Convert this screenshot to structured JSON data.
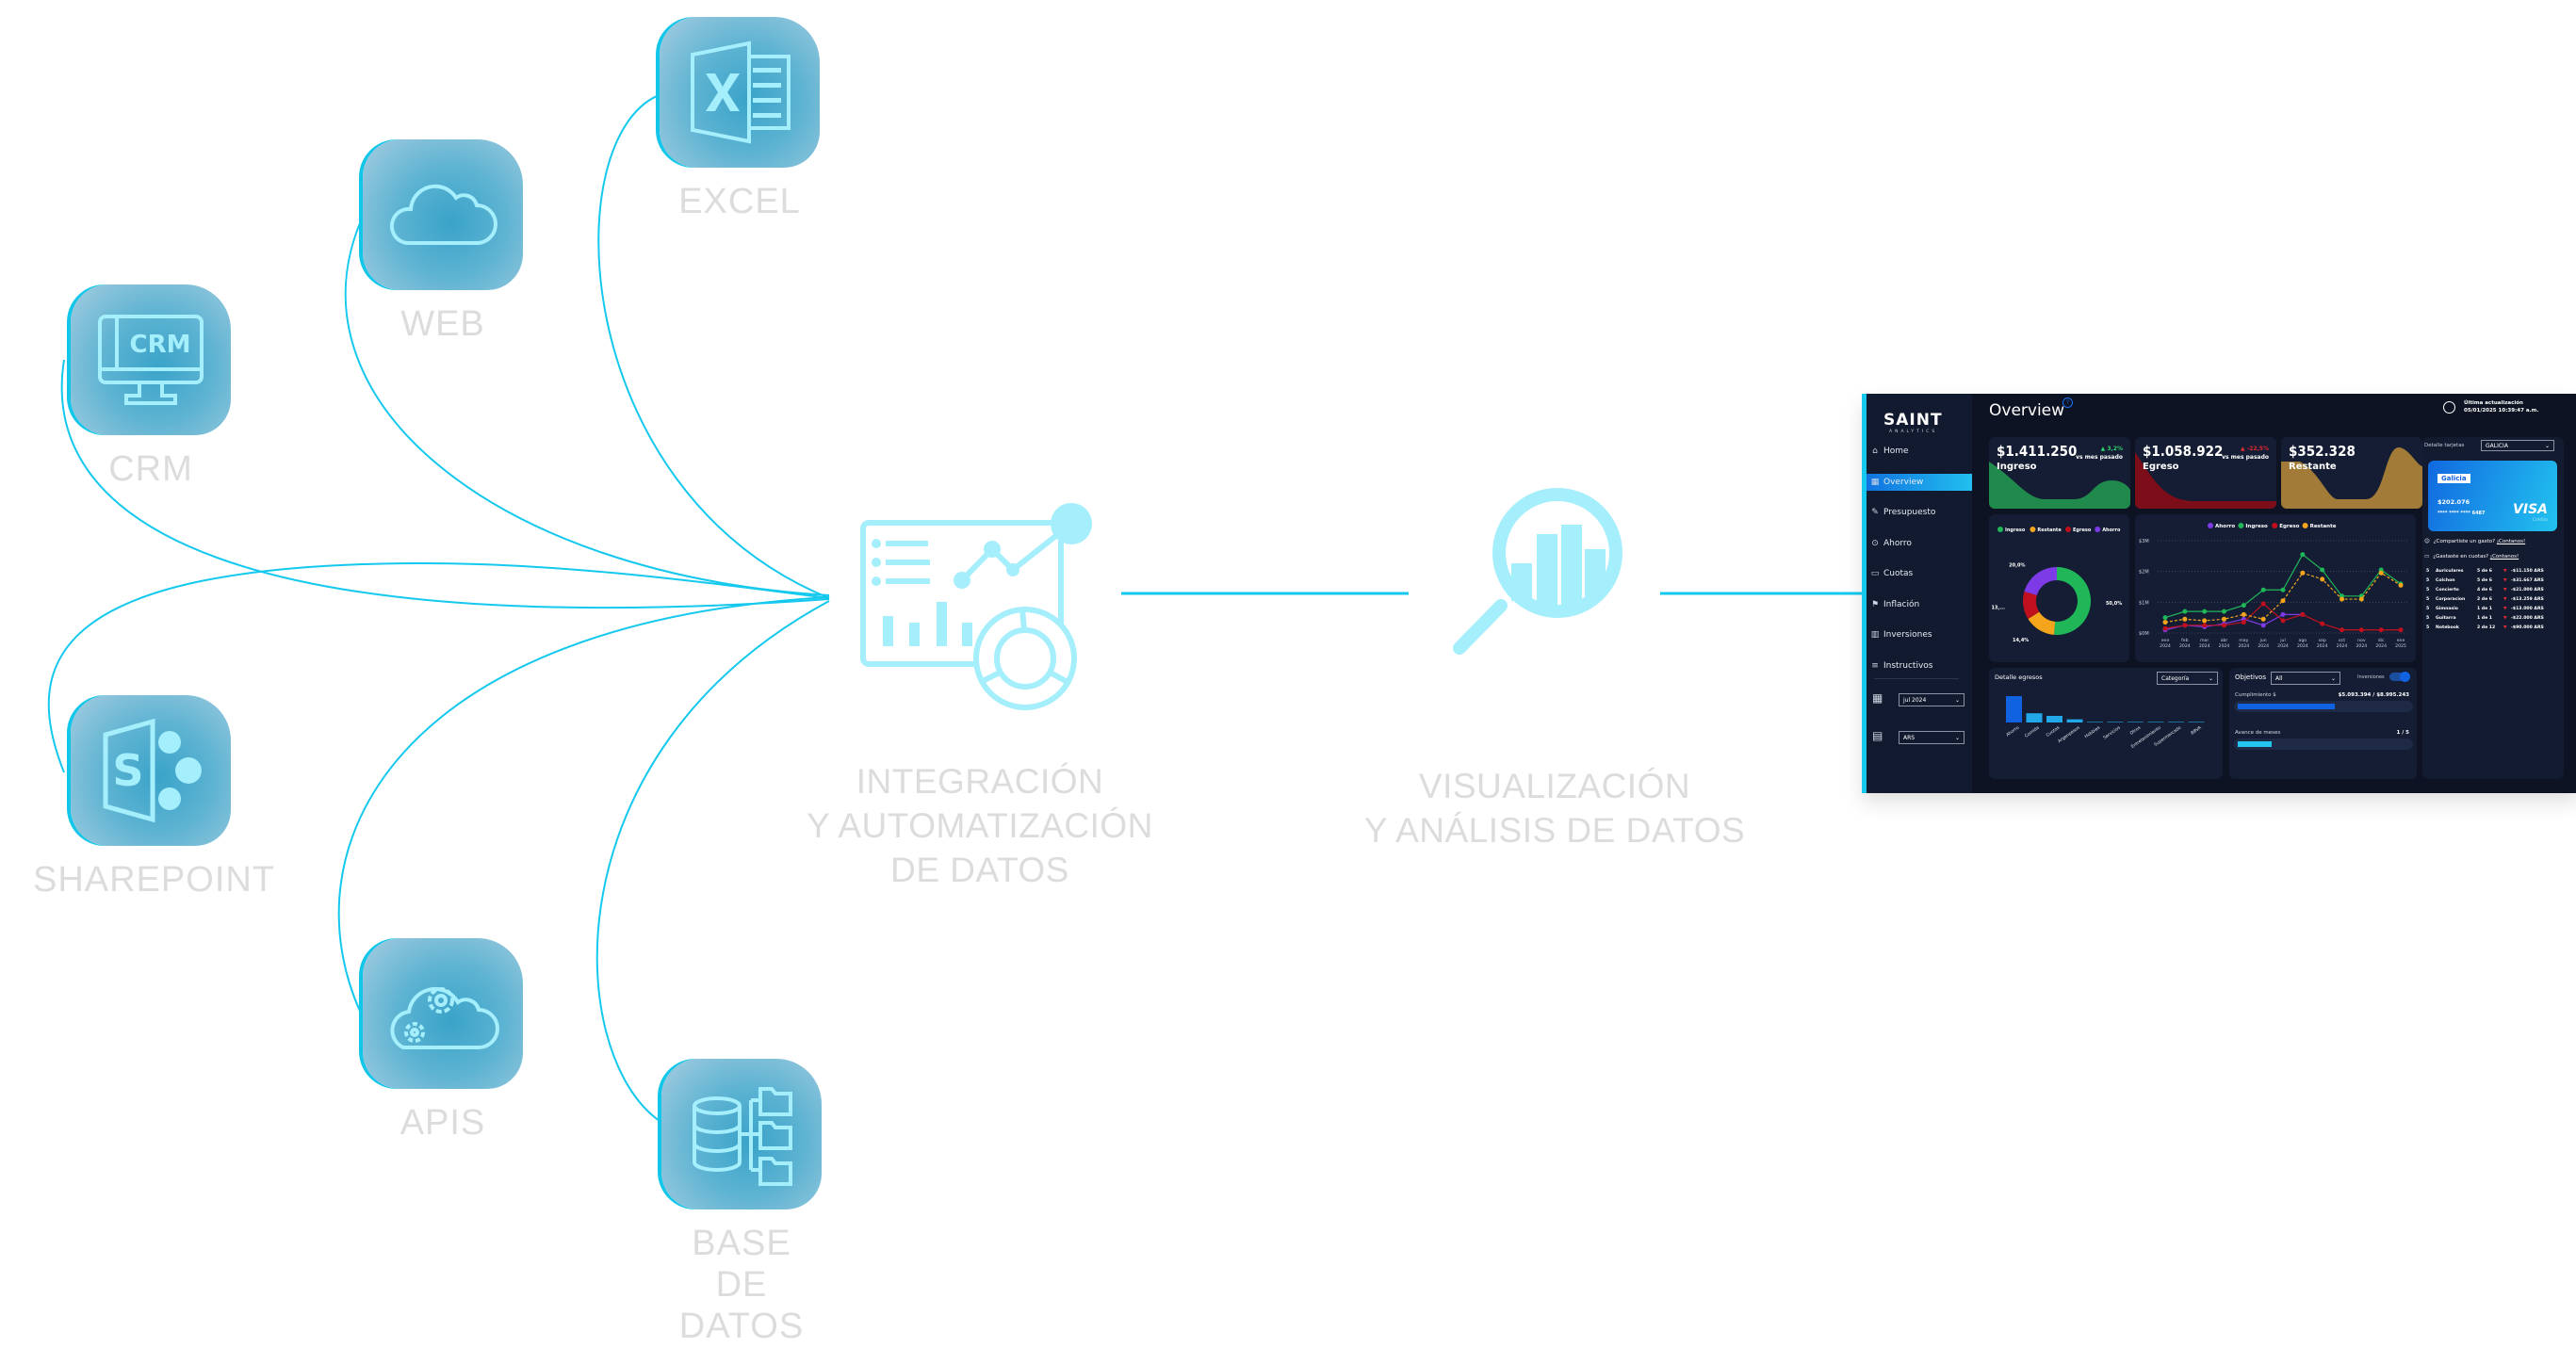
{
  "sources": [
    {
      "id": "excel",
      "label": "EXCEL",
      "icon": "excel-icon"
    },
    {
      "id": "web",
      "label": "WEB",
      "icon": "cloud-icon"
    },
    {
      "id": "crm",
      "label": "CRM",
      "icon": "crm-monitor-icon",
      "icon_text": "CRM"
    },
    {
      "id": "sharepoint",
      "label": "SHAREPOINT",
      "icon": "sharepoint-icon",
      "icon_text": "S"
    },
    {
      "id": "apis",
      "label": "APIS",
      "icon": "cloud-gears-icon"
    },
    {
      "id": "database",
      "label_lines": [
        "BASE DE",
        "DATOS"
      ],
      "icon": "database-folders-icon"
    }
  ],
  "stages": [
    {
      "id": "integration",
      "icon": "dashboard-analytics-icon",
      "label_lines": [
        "INTEGRACIÓN",
        "Y AUTOMATIZACIÓN",
        "DE DATOS"
      ]
    },
    {
      "id": "visualization",
      "icon": "magnifier-chart-icon",
      "label_lines": [
        "VISUALIZACIÓN",
        "Y ANÁLISIS DE DATOS"
      ]
    }
  ],
  "colors": {
    "connector": "#14c8ee",
    "stage_icon": "#a5eefb",
    "label": "#dcdcdc",
    "dash_bg": "#0d1322",
    "green": "#1fb757",
    "red": "#c0101e",
    "orange": "#f4a51c",
    "purple": "#7c3be6",
    "blue": "#1062e0",
    "cyan": "#22c6ef"
  },
  "dashboard": {
    "logo": "SAINT",
    "logo_sub": "ANALYTICS",
    "title": "Overview",
    "help_icon": "?",
    "update_label": "Última actualización",
    "update_time": "05/01/2025 10:39:47 a.m.",
    "nav": [
      {
        "label": "Home",
        "icon": "⌂"
      },
      {
        "label": "Overview",
        "icon": "▦",
        "active": true
      },
      {
        "label": "Presupuesto",
        "icon": "✎"
      },
      {
        "label": "Ahorro",
        "icon": "⊙"
      },
      {
        "label": "Cuotas",
        "icon": "▭"
      },
      {
        "label": "Inflación",
        "icon": "⚑"
      },
      {
        "label": "Inversiones",
        "icon": "▥"
      },
      {
        "label": "Instructivos",
        "icon": "≡"
      }
    ],
    "date_filter": "jul 2024",
    "currency_filter": "ARS",
    "kpis": [
      {
        "value": "$1.411.250",
        "name": "Ingreso",
        "delta": "▲ 3,2%",
        "delta_note": "vs mes pasado",
        "color": "#1f8a4c",
        "delta_color": "#2fd36b"
      },
      {
        "value": "$1.058.922",
        "name": "Egreso",
        "delta": "▲ -22,5%",
        "delta_note": "vs mes pasado",
        "color": "#7e0d1a",
        "delta_color": "#e02a36"
      },
      {
        "value": "$352.328",
        "name": "Restante",
        "delta": "",
        "delta_note": "",
        "color": "#a17b37",
        "delta_color": ""
      }
    ],
    "card_panel": {
      "label": "Detalle tarjetas",
      "bank_select": "GALICIA",
      "bank": "Galicia",
      "balance": "$202.076",
      "number": "**** **** **** 6487",
      "brand": "VISA",
      "type": "Crédito",
      "shared_text": "¿Compartiste un gasto?",
      "shared_link": "¡Contanos!",
      "cuotas_text": "¿Gastaste en cuotas?",
      "cuotas_link": "¡Contanos!",
      "installments": [
        {
          "n": "5",
          "item": "Auriculares",
          "cuota": "5 de 6",
          "amount": "-$11.150 ARS"
        },
        {
          "n": "5",
          "item": "Colchon",
          "cuota": "5 de 6",
          "amount": "-$31.667 ARS"
        },
        {
          "n": "5",
          "item": "Concierto",
          "cuota": "4 de 6",
          "amount": "-$21.000 ARS"
        },
        {
          "n": "5",
          "item": "Corporacion",
          "cuota": "2 de 6",
          "amount": "-$13.259 ARS"
        },
        {
          "n": "5",
          "item": "Gimnasio",
          "cuota": "1 de 1",
          "amount": "-$13.000 ARS"
        },
        {
          "n": "5",
          "item": "Guitarra",
          "cuota": "1 de 1",
          "amount": "-$22.000 ARS"
        },
        {
          "n": "5",
          "item": "Notebook",
          "cuota": "2 de 12",
          "amount": "-$90.000 ARS"
        }
      ]
    },
    "egresos": {
      "title": "Detalle egresos",
      "select": "Categoría"
    },
    "objetivos": {
      "title": "Objetivos",
      "select": "All",
      "toggle_label": "Inversiones",
      "toggle_on": true,
      "cumplimiento_label": "Cumplimiento $",
      "cumplimiento_value": "$5.093.394 / $8.995.243",
      "cumplimiento_pct": 56.6,
      "avance_label": "Avance de meses",
      "avance_value": "1 / 5",
      "avance_pct": 20
    }
  },
  "chart_data": [
    {
      "type": "pie",
      "title": "",
      "legend": [
        "Ingreso",
        "Restante",
        "Egreso",
        "Ahorro"
      ],
      "values": [
        50.0,
        14.4,
        13.0,
        20.0
      ],
      "labels": [
        "50,0%",
        "14,4%",
        "13,...",
        "20,0%"
      ],
      "colors": [
        "#1fb757",
        "#f4a51c",
        "#c0101e",
        "#7c3be6"
      ]
    },
    {
      "type": "line",
      "title": "",
      "legend": [
        "Ahorro",
        "Ingreso",
        "Egreso",
        "Restante"
      ],
      "x": [
        "ene 2024",
        "feb 2024",
        "mar 2024",
        "abr 2024",
        "may 2024",
        "jun 2024",
        "jul 2024",
        "ago 2024",
        "sep 2024",
        "oct 2024",
        "nov 2024",
        "dic 2024",
        "ene 2025"
      ],
      "yticks": [
        "$0M",
        "$1M",
        "$2M",
        "$3M"
      ],
      "ylim": [
        0,
        3
      ],
      "series": [
        {
          "name": "Ahorro",
          "color": "#7c3be6",
          "values": [
            0.1,
            0.25,
            0.2,
            0.3,
            0.45,
            0.25,
            0.6,
            0.6,
            null,
            null,
            null,
            null,
            null
          ]
        },
        {
          "name": "Ingreso",
          "color": "#1fb757",
          "values": [
            0.5,
            0.7,
            0.7,
            0.7,
            0.9,
            1.4,
            1.4,
            2.55,
            2.05,
            1.2,
            1.2,
            2.05,
            1.6
          ]
        },
        {
          "name": "Egreso",
          "color": "#c0101e",
          "values": [
            0.15,
            0.25,
            0.25,
            0.25,
            0.35,
            0.95,
            0.4,
            0.6,
            0.3,
            0.1,
            0.1,
            0.1,
            0.1
          ]
        },
        {
          "name": "Restante",
          "color": "#f4a51c",
          "values": [
            0.35,
            0.45,
            0.4,
            0.45,
            0.6,
            0.45,
            1.05,
            1.95,
            1.75,
            1.1,
            1.1,
            1.95,
            1.55
          ]
        }
      ]
    },
    {
      "type": "bar",
      "title": "Detalle egresos",
      "categories": [
        "Ahorro",
        "Comida",
        "Cuotas",
        "Argenpesos",
        "Hobbies",
        "Servicios",
        "Otros",
        "Entretenimiento",
        "Supermercado",
        "BBVA"
      ],
      "values": [
        100,
        35,
        25,
        12,
        3,
        2,
        2,
        2,
        2,
        2
      ]
    }
  ]
}
